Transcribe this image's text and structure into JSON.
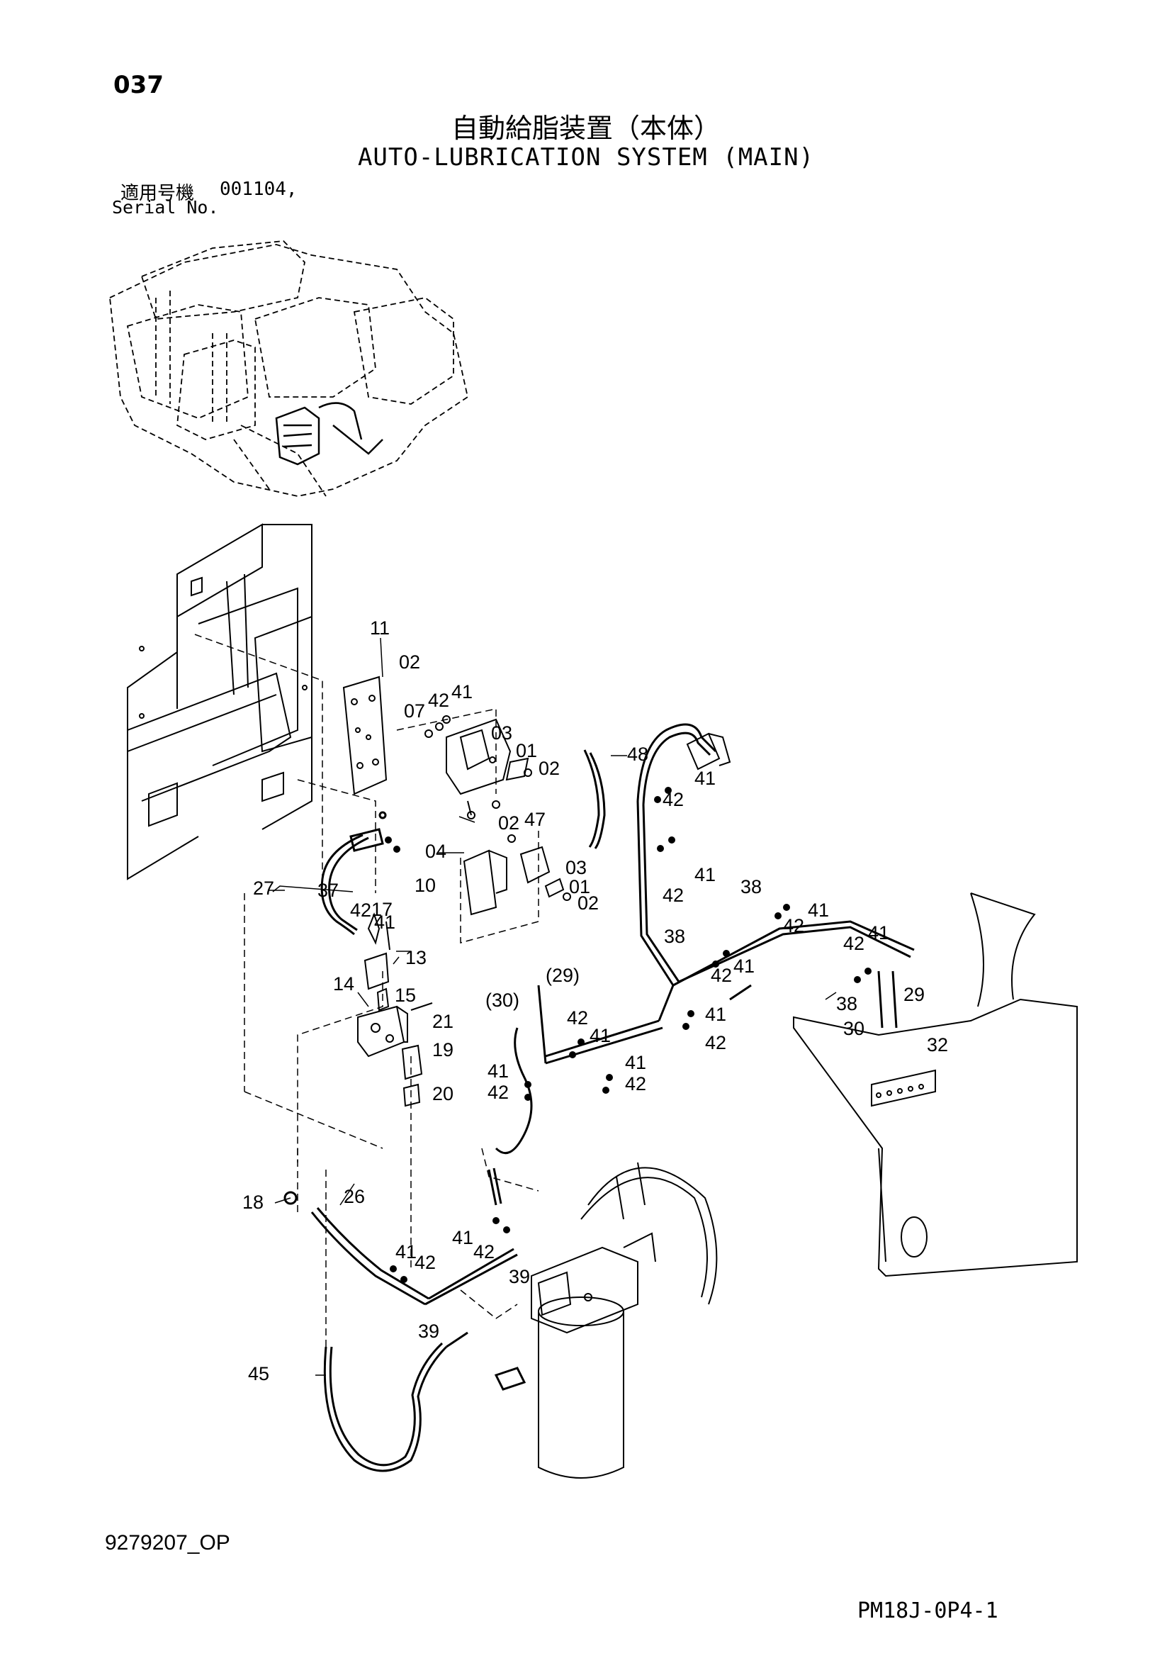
{
  "header": {
    "page_number": "037",
    "title_jp": "自動給脂装置（本体）",
    "title_en": "AUTO-LUBRICATION SYSTEM (MAIN)",
    "serial_label_jp": "適用号機",
    "serial_value": "001104,",
    "serial_label_en": "Serial No."
  },
  "footer": {
    "drawing_code": "9279207_OP",
    "sheet_code": "PM18J-0P4-1"
  },
  "callouts": [
    {
      "id": "c11",
      "text": "11"
    },
    {
      "id": "c02a",
      "text": "02"
    },
    {
      "id": "c07",
      "text": "07"
    },
    {
      "id": "c42a",
      "text": "42"
    },
    {
      "id": "c41a",
      "text": "41"
    },
    {
      "id": "c03a",
      "text": "03"
    },
    {
      "id": "c01a",
      "text": "01"
    },
    {
      "id": "c02b",
      "text": "02"
    },
    {
      "id": "c48",
      "text": "48"
    },
    {
      "id": "c04",
      "text": "04"
    },
    {
      "id": "c02c",
      "text": "02"
    },
    {
      "id": "c47",
      "text": "47"
    },
    {
      "id": "c10",
      "text": "10"
    },
    {
      "id": "c03b",
      "text": "03"
    },
    {
      "id": "c01b",
      "text": "01"
    },
    {
      "id": "c02d",
      "text": "02"
    },
    {
      "id": "c37",
      "text": "37"
    },
    {
      "id": "c42b",
      "text": "42"
    },
    {
      "id": "c41b",
      "text": "41"
    },
    {
      "id": "c27",
      "text": "27"
    },
    {
      "id": "c17",
      "text": "17"
    },
    {
      "id": "c13",
      "text": "13"
    },
    {
      "id": "c14",
      "text": "14"
    },
    {
      "id": "c15",
      "text": "15"
    },
    {
      "id": "c21",
      "text": "21"
    },
    {
      "id": "c19",
      "text": "19"
    },
    {
      "id": "c20",
      "text": "20"
    },
    {
      "id": "c41c",
      "text": "41"
    },
    {
      "id": "c42c",
      "text": "42"
    },
    {
      "id": "c41d",
      "text": "41"
    },
    {
      "id": "c42d",
      "text": "42"
    },
    {
      "id": "c38a",
      "text": "38"
    },
    {
      "id": "c41e",
      "text": "41"
    },
    {
      "id": "c42e",
      "text": "42"
    },
    {
      "id": "c42f",
      "text": "42"
    },
    {
      "id": "c41f",
      "text": "41"
    },
    {
      "id": "c38b",
      "text": "38"
    },
    {
      "id": "c42g",
      "text": "42"
    },
    {
      "id": "c41g",
      "text": "41"
    },
    {
      "id": "c38c",
      "text": "38"
    },
    {
      "id": "c29a",
      "text": "29"
    },
    {
      "id": "c30a",
      "text": "30"
    },
    {
      "id": "c32",
      "text": "32"
    },
    {
      "id": "c29p",
      "text": "(29)"
    },
    {
      "id": "c30p",
      "text": "(30)"
    },
    {
      "id": "c42h",
      "text": "42"
    },
    {
      "id": "c41h",
      "text": "41"
    },
    {
      "id": "c41i",
      "text": "41"
    },
    {
      "id": "c42i",
      "text": "42"
    },
    {
      "id": "c41j",
      "text": "41"
    },
    {
      "id": "c42j",
      "text": "42"
    },
    {
      "id": "c41k",
      "text": "41"
    },
    {
      "id": "c42k",
      "text": "42"
    },
    {
      "id": "c18",
      "text": "18"
    },
    {
      "id": "c26",
      "text": "26"
    },
    {
      "id": "c41l",
      "text": "41"
    },
    {
      "id": "c42l",
      "text": "42"
    },
    {
      "id": "c41m",
      "text": "41"
    },
    {
      "id": "c42m",
      "text": "42"
    },
    {
      "id": "c39a",
      "text": "39"
    },
    {
      "id": "c39b",
      "text": "39"
    },
    {
      "id": "c45",
      "text": "45"
    }
  ]
}
